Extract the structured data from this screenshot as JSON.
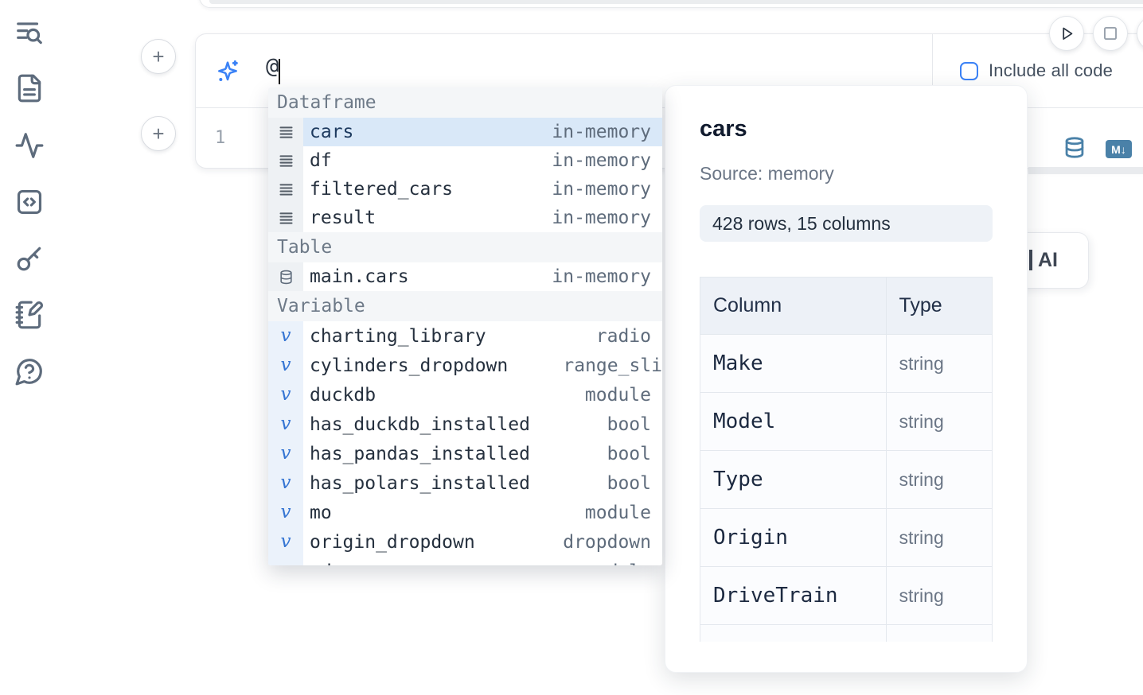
{
  "colors": {
    "accent_blue": "#3b82f6",
    "steel_blue": "#4a81a8",
    "selection_bg": "#d9e8f8",
    "panel_header_bg": "#edf1f7"
  },
  "sidebar": {
    "items": [
      {
        "icon": "list-search-icon"
      },
      {
        "icon": "file-text-icon"
      },
      {
        "icon": "activity-icon"
      },
      {
        "icon": "code-snippets-icon"
      },
      {
        "icon": "key-icon"
      },
      {
        "icon": "notebook-pen-icon"
      },
      {
        "icon": "help-chat-icon"
      }
    ]
  },
  "run_controls": {
    "icons": [
      "play-icon",
      "stop-icon"
    ]
  },
  "ai_input": {
    "icon": "sparkles-icon",
    "value": "@"
  },
  "include_all_code": {
    "label": "Include all code",
    "checked": false
  },
  "cell": {
    "line_number": "1",
    "icons": [
      "database-icon",
      "markdown-icon"
    ],
    "markdown_badge": "M↓"
  },
  "ai_card": {
    "label": "AI"
  },
  "autocomplete": {
    "sections": [
      {
        "label": "Dataframe",
        "kind": "dataframe",
        "items": [
          {
            "name": "cars",
            "type": "in-memory",
            "selected": true
          },
          {
            "name": "df",
            "type": "in-memory"
          },
          {
            "name": "filtered_cars",
            "type": "in-memory"
          },
          {
            "name": "result",
            "type": "in-memory"
          }
        ]
      },
      {
        "label": "Table",
        "kind": "table",
        "items": [
          {
            "name": "main.cars",
            "type": "in-memory"
          }
        ]
      },
      {
        "label": "Variable",
        "kind": "variable",
        "items": [
          {
            "name": "charting_library",
            "type": "radio"
          },
          {
            "name": "cylinders_dropdown",
            "type": "range_sli",
            "clipped_type": true
          },
          {
            "name": "duckdb",
            "type": "module"
          },
          {
            "name": "has_duckdb_installed",
            "type": "bool"
          },
          {
            "name": "has_pandas_installed",
            "type": "bool"
          },
          {
            "name": "has_polars_installed",
            "type": "bool"
          },
          {
            "name": "mo",
            "type": "module"
          },
          {
            "name": "origin_dropdown",
            "type": "dropdown"
          },
          {
            "name": "pd",
            "type": "module",
            "partial": true
          }
        ]
      }
    ]
  },
  "preview": {
    "title": "cars",
    "source": "Source: memory",
    "badge": "428 rows, 15 columns",
    "table": {
      "headers": [
        "Column",
        "Type"
      ],
      "rows": [
        [
          "Make",
          "string"
        ],
        [
          "Model",
          "string"
        ],
        [
          "Type",
          "string"
        ],
        [
          "Origin",
          "string"
        ],
        [
          "DriveTrain",
          "string"
        ]
      ],
      "has_partial_row": true
    }
  }
}
